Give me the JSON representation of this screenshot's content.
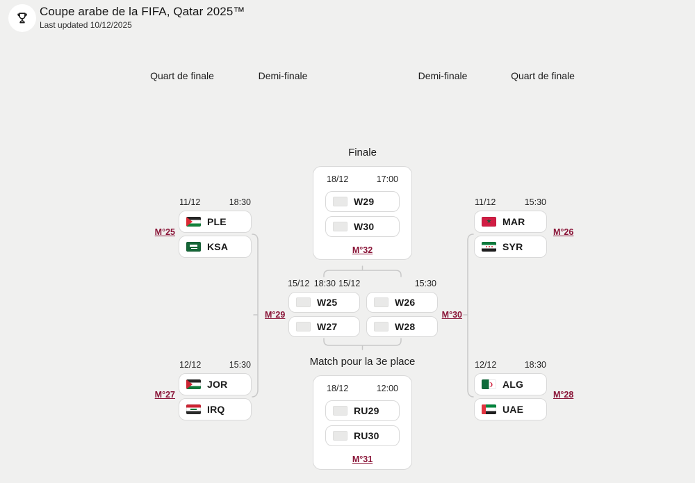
{
  "header": {
    "title": "Coupe arabe de la FIFA, Qatar 2025™",
    "subtitle": "Last updated 10/12/2025"
  },
  "round_headers": {
    "qf_left": "Quart de finale",
    "sf_left": "Demi-finale",
    "sf_right": "Demi-finale",
    "qf_right": "Quart de finale"
  },
  "stages": {
    "final_title": "Finale",
    "third_place_title": "Match pour la 3e place"
  },
  "colors": {
    "accent_maroon": "#8a1538",
    "page_background": "#f0f0ef",
    "card_border": "#d9d9d9",
    "connector_gray": "#c8c8c8"
  },
  "icons": {
    "trophy": "trophy-icon"
  },
  "matches": {
    "qf_left_top": {
      "label": "M°25",
      "date": "11/12",
      "time": "18:30",
      "home": {
        "code": "PLE",
        "flag": "palestine"
      },
      "away": {
        "code": "KSA",
        "flag": "saudi-arabia"
      }
    },
    "qf_left_bottom": {
      "label": "M°27",
      "date": "12/12",
      "time": "15:30",
      "home": {
        "code": "JOR",
        "flag": "jordan"
      },
      "away": {
        "code": "IRQ",
        "flag": "iraq"
      }
    },
    "qf_right_top": {
      "label": "M°26",
      "date": "11/12",
      "time": "15:30",
      "home": {
        "code": "MAR",
        "flag": "morocco"
      },
      "away": {
        "code": "SYR",
        "flag": "syria"
      }
    },
    "qf_right_bottom": {
      "label": "M°28",
      "date": "12/12",
      "time": "18:30",
      "home": {
        "code": "ALG",
        "flag": "algeria"
      },
      "away": {
        "code": "UAE",
        "flag": "uae"
      }
    },
    "sf_left": {
      "label": "M°29",
      "date": "15/12",
      "time": "18:30",
      "home": {
        "code": "W25",
        "flag": "placeholder"
      },
      "away": {
        "code": "W27",
        "flag": "placeholder"
      }
    },
    "sf_right": {
      "label": "M°30",
      "date": "15/12",
      "time": "15:30",
      "home": {
        "code": "W26",
        "flag": "placeholder"
      },
      "away": {
        "code": "W28",
        "flag": "placeholder"
      }
    },
    "final": {
      "label": "M°32",
      "date": "18/12",
      "time": "17:00",
      "home": {
        "code": "W29",
        "flag": "placeholder"
      },
      "away": {
        "code": "W30",
        "flag": "placeholder"
      }
    },
    "third_place": {
      "label": "M°31",
      "date": "18/12",
      "time": "12:00",
      "home": {
        "code": "RU29",
        "flag": "placeholder"
      },
      "away": {
        "code": "RU30",
        "flag": "placeholder"
      }
    }
  }
}
